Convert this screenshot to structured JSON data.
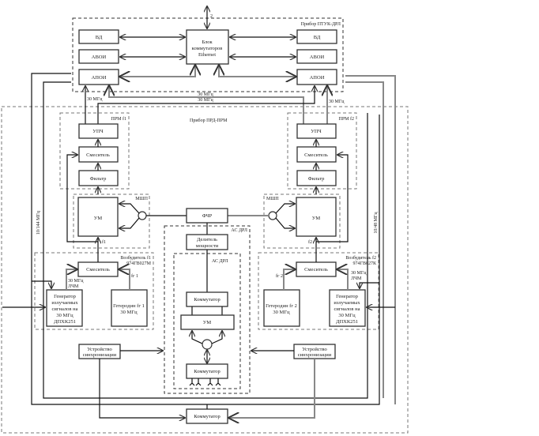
{
  "groups": {
    "ptuk": "Прибор ПТУК-ДРЛ",
    "prd_prm": "Прибор ПРД-ПРМ",
    "prm_f1": "ПРМ f1",
    "prm_f2": "ПРМ f2",
    "mshp_left": "МШП",
    "mshp_right": "МШП",
    "as_drl_outer": "АС ДРЛ",
    "as_drl_inner": "АС ДРЛ",
    "exciter_f1": [
      "Возбудитель f1",
      "974ГВ027М"
    ],
    "exciter_f2": [
      "Возбудитель f2",
      "974ГВ027К"
    ]
  },
  "blocks": {
    "vd_left": "ВД",
    "vd_right": "ВД",
    "avoi_left": "АВОИ",
    "avoi_right": "АВОИ",
    "apoi_left": "АПОИ",
    "apoi_right": "АПОИ",
    "ethernet": [
      "Блок",
      "коммутаторов",
      "Ethernet"
    ],
    "upch_left": "УПЧ",
    "upch_right": "УПЧ",
    "mixer_left": "Смеситель",
    "mixer_right": "Смеситель",
    "filter_left": "Фильтр",
    "filter_right": "Фильтр",
    "um_left": "УМ",
    "um_right": "УМ",
    "fchr": "ФЧР",
    "splitter": [
      "Делитель",
      "мощности"
    ],
    "commutator_ant_top": "Коммутатор",
    "um_ant": "УМ",
    "commutator_ant_bottom": "Коммутатор",
    "exc_mixer_left": "Смеситель",
    "exc_mixer_right": "Смеситель",
    "generator_left": [
      "Генератор",
      "излучаемых",
      "сигналов на",
      "30 МГц",
      "ДПХК251"
    ],
    "generator_right": [
      "Генератор",
      "излучаемых",
      "сигналов на",
      "30 МГц",
      "ДПХК251"
    ],
    "heterodyne_left": [
      "Гетеродин fг 1",
      "30 МГц"
    ],
    "heterodyne_right": [
      "Гетеродин fг 2",
      "30 МГц"
    ],
    "sync_left": [
      "Устройство",
      "синхронизации"
    ],
    "sync_right": [
      "Устройство",
      "синхронизации"
    ],
    "commutator_bottom": "Коммутатор"
  },
  "labels": {
    "port_2": "2",
    "freq_30_left": "30 МГц",
    "freq_30_mid1": "30 МГц",
    "freq_30_mid2": "30 МГц",
    "freq_30_right": "30 МГц",
    "f1": "f1",
    "f2": "f2",
    "fg1": "fг 1",
    "fg2": "fг 2",
    "lchm_left": [
      "30 МГц",
      "ЛЧМ"
    ],
    "lchm_right": [
      "30 МГц",
      "ЛЧМ"
    ],
    "bus_left": "10/144 МГц",
    "bus_right": "10/48 МГц"
  }
}
